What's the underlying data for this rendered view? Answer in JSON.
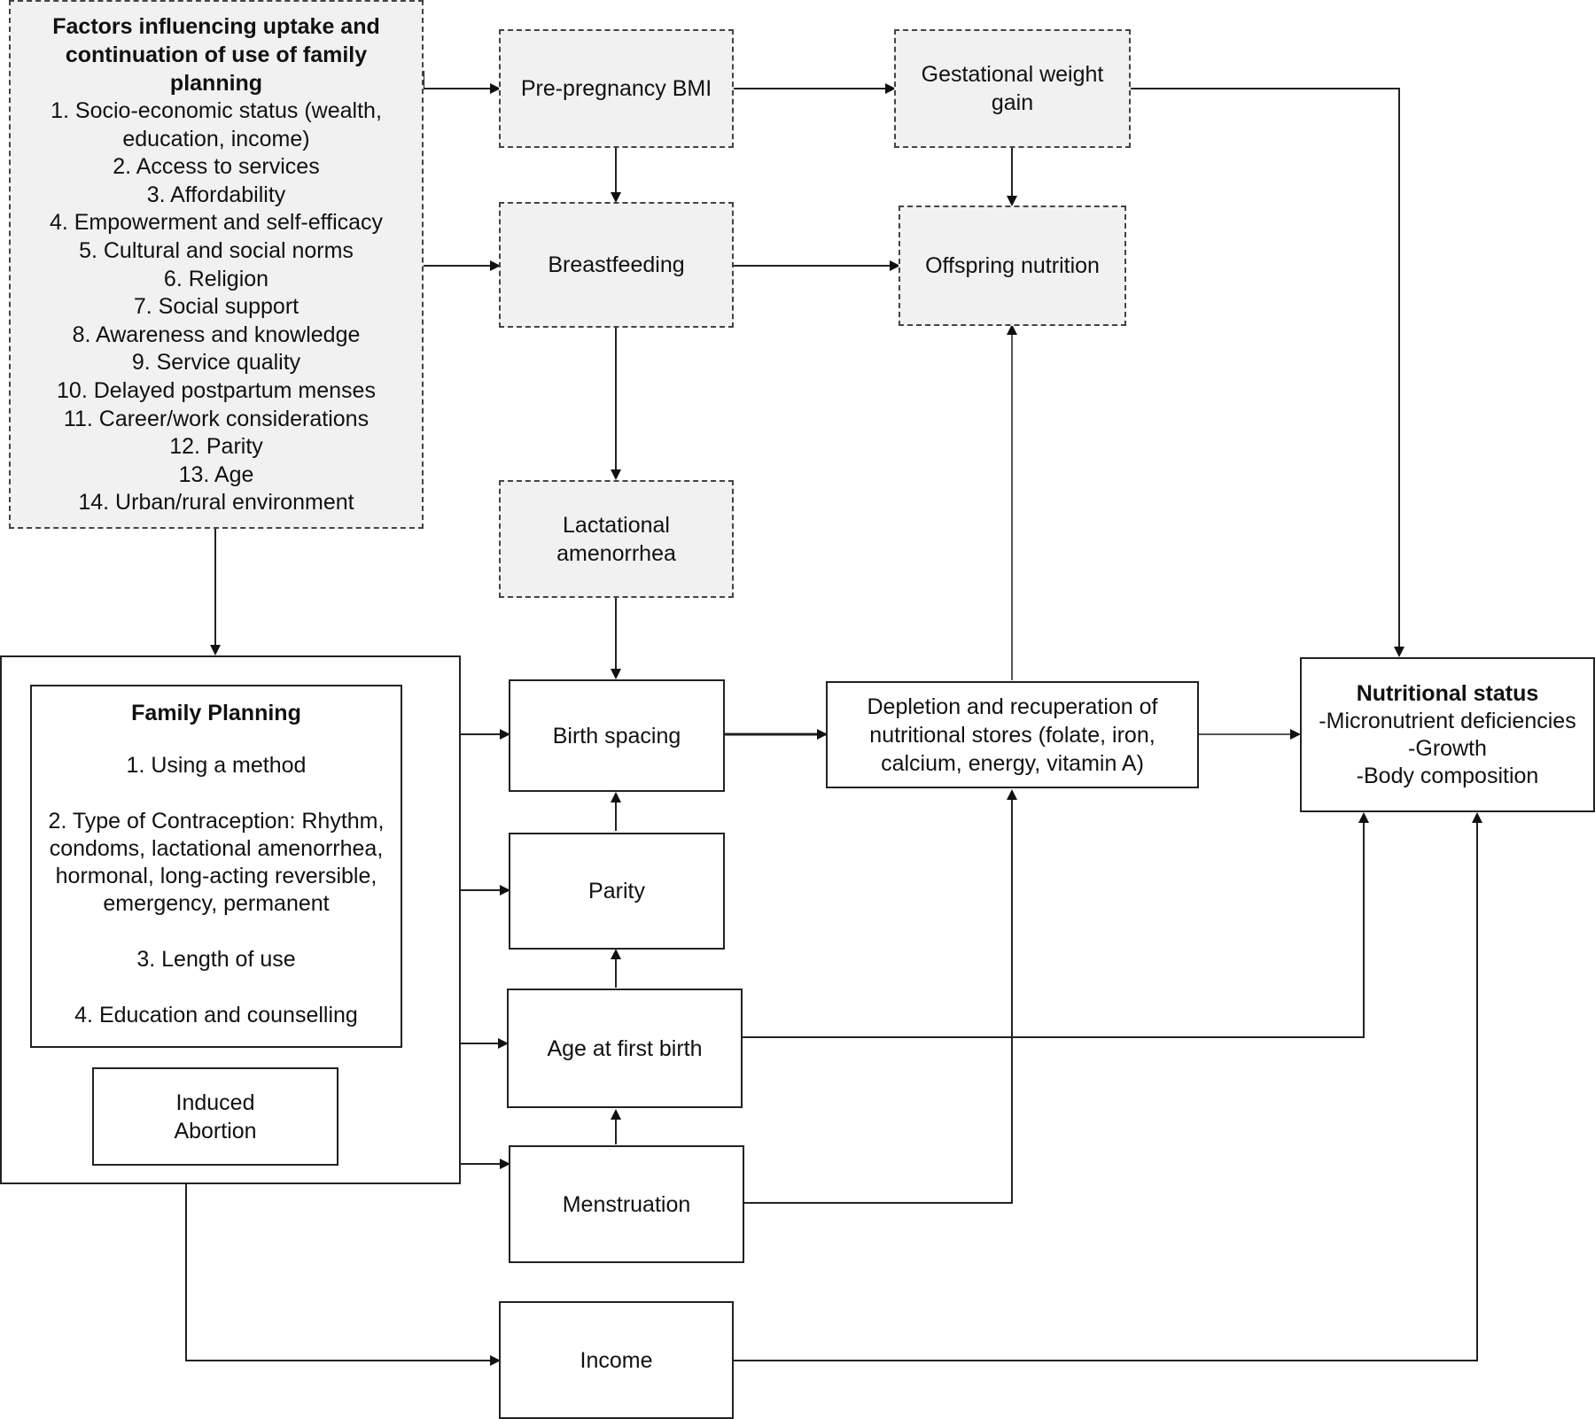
{
  "factors": {
    "title": "Factors influencing uptake and continuation of use of family planning",
    "items": [
      "1. Socio-economic status (wealth, education, income)",
      "2. Access to services",
      "3. Affordability",
      "4. Empowerment and self-efficacy",
      "5. Cultural and social norms",
      "6. Religion",
      "7. Social support",
      "8. Awareness and knowledge",
      "9. Service quality",
      "10. Delayed postpartum menses",
      "11. Career/work considerations",
      "12. Parity",
      "13. Age",
      "14. Urban/rural environment"
    ]
  },
  "nodes": {
    "pre_pregnancy_bmi": "Pre-pregnancy BMI",
    "gestational_weight_gain": "Gestational weight gain",
    "breastfeeding": "Breastfeeding",
    "offspring_nutrition": "Offspring nutrition",
    "lactational_amenorrhea": "Lactational amenorrhea",
    "birth_spacing": "Birth spacing",
    "parity": "Parity",
    "age_at_first_birth": "Age at first birth",
    "menstruation": "Menstruation",
    "income": "Income",
    "depletion": "Depletion and recuperation of nutritional stores (folate, iron, calcium, energy, vitamin A)",
    "induced_abortion": "Induced Abortion"
  },
  "family_planning": {
    "title": "Family Planning",
    "items": [
      "1. Using a method",
      "2. Type of Contraception: Rhythm, condoms, lactational amenorrhea, hormonal, long-acting reversible, emergency, permanent",
      "3. Length of use",
      "4. Education and counselling"
    ]
  },
  "nutritional_status": {
    "title": "Nutritional status",
    "items": [
      "-Micronutrient deficiencies",
      "-Growth",
      "-Body composition"
    ]
  },
  "colors": {
    "line": "#222222",
    "dashed_fill": "#f1f1f1",
    "gray_line": "#555555"
  }
}
